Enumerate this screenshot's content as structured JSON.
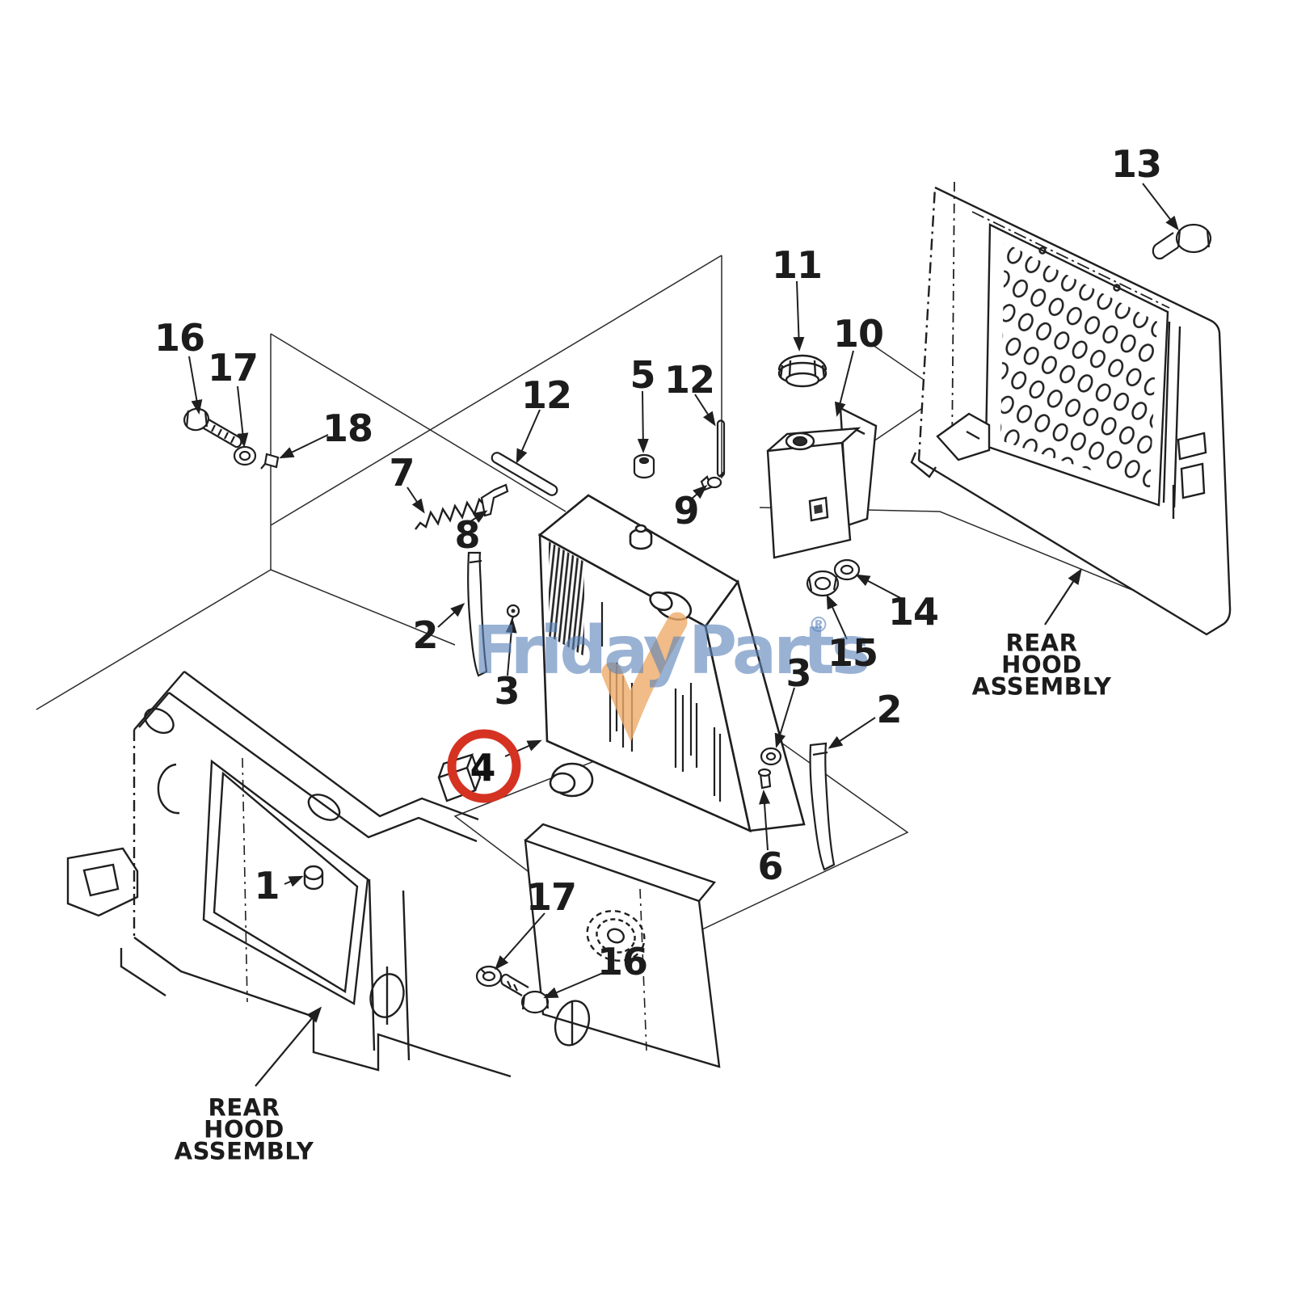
{
  "diagram": {
    "type": "exploded-parts-diagram",
    "subject": "radiator and rear hood assembly",
    "assembly_label_left": "REAR\nHOOD\nASSEMBLY",
    "assembly_label_right": "REAR\nHOOD\nASSEMBLY",
    "highlighted_part": "4",
    "watermark": {
      "part1": "Friday",
      "part2": "Parts",
      "reg": "®"
    },
    "colors": {
      "line": "#1f1f1f",
      "highlight_red": "#d53222",
      "watermark_blue": "#5b84ba",
      "watermark_orange": "#eeab69"
    },
    "callouts": [
      {
        "part": "16"
      },
      {
        "part": "17"
      },
      {
        "part": "18"
      },
      {
        "part": "7"
      },
      {
        "part": "8"
      },
      {
        "part": "12"
      },
      {
        "part": "5"
      },
      {
        "part": "12"
      },
      {
        "part": "9"
      },
      {
        "part": "11"
      },
      {
        "part": "10"
      },
      {
        "part": "13"
      },
      {
        "part": "14"
      },
      {
        "part": "15"
      },
      {
        "part": "3"
      },
      {
        "part": "2"
      },
      {
        "part": "6"
      },
      {
        "part": "3"
      },
      {
        "part": "2"
      },
      {
        "part": "1"
      },
      {
        "part": "17"
      },
      {
        "part": "16"
      },
      {
        "part": "4"
      }
    ]
  }
}
